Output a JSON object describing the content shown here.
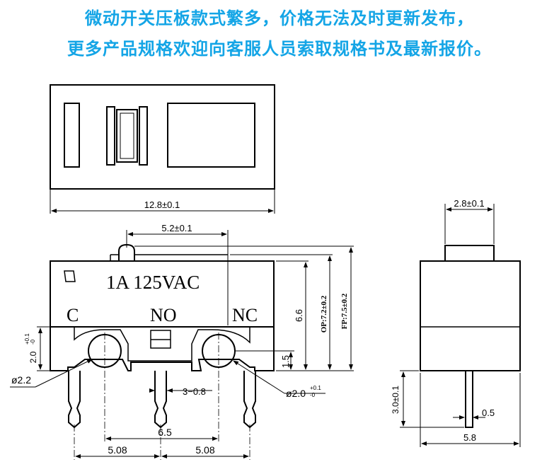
{
  "banner": {
    "line1": "微动开关压板款式繁多，价格无法及时更新发布，",
    "line2": "更多产品规格欢迎向客服人员索取规格书及最新报价。",
    "color": "#14a5e6"
  },
  "drawing": {
    "label_body": "1A  125VAC",
    "terminal_c": "C",
    "terminal_no": "NO",
    "terminal_nc": "NC",
    "dim_length": "12.8±0.1",
    "dim_actuator_offset": "5.2±0.1",
    "dim_height_66": "6.6",
    "dim_op": "OP:7.2±0.2",
    "dim_fp": "FP:7.5±0.2",
    "dim_hole_height": "2.0",
    "dim_hole_height_tol_up": "+0.1",
    "dim_hole_height_tol_dn": "-0",
    "dim_hole_dia": "ø2.2",
    "dim_pin_width": "3−0.8",
    "dim_15": "1.5",
    "dim_hole_dia2": "ø2.0",
    "dim_hole_dia2_tol_up": "+0.1",
    "dim_hole_dia2_tol_dn": "-0",
    "dim_65": "6.5",
    "dim_pitch_left": "5.08",
    "dim_pitch_right": "5.08",
    "dim_button_width": "2.8±0.1",
    "dim_pin_length": "3.0±0.1",
    "dim_pin_thickness": "0.5",
    "dim_width": "5.8"
  }
}
